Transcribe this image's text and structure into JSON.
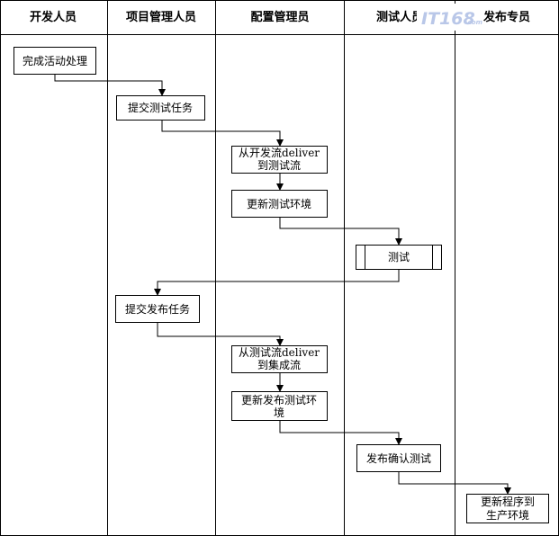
{
  "lanes": [
    {
      "title": "开发人员"
    },
    {
      "title": "项目管理人员"
    },
    {
      "title": "配置管理员"
    },
    {
      "title": "测试人员"
    },
    {
      "title": "发布专员"
    }
  ],
  "steps": [
    {
      "lines": [
        "完成活动处理"
      ]
    },
    {
      "lines": [
        "提交测试任务"
      ]
    },
    {
      "lines": [
        "从开发流deliver",
        "到测试流"
      ]
    },
    {
      "lines": [
        "更新测试环境"
      ]
    },
    {
      "lines": [
        "测试"
      ]
    },
    {
      "lines": [
        "提交发布任务"
      ]
    },
    {
      "lines": [
        "从测试流deliver",
        "到集成流"
      ]
    },
    {
      "lines": [
        "更新发布测试环",
        "境"
      ]
    },
    {
      "lines": [
        "发布确认测试"
      ]
    },
    {
      "lines": [
        "更新程序到",
        "生产环境"
      ]
    }
  ],
  "watermark": {
    "text": "IT168",
    "suffix": ".com",
    "color": "#b9c7e8"
  }
}
